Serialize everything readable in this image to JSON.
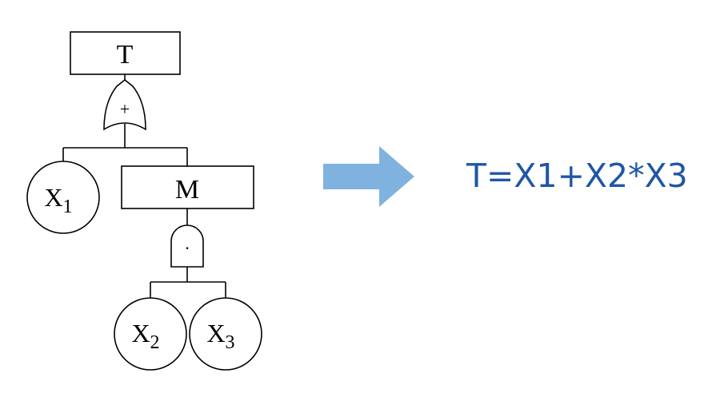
{
  "tree": {
    "top_event": {
      "label": "T"
    },
    "or_gate": {
      "symbol": "+"
    },
    "basic_x1": {
      "base": "X",
      "sub": "1"
    },
    "intermediate": {
      "label": "M"
    },
    "and_gate": {
      "symbol": "·"
    },
    "basic_x2": {
      "base": "X",
      "sub": "2"
    },
    "basic_x3": {
      "base": "X",
      "sub": "3"
    }
  },
  "formula": {
    "text": "T=X1+X2*X3",
    "color": "#1f56a6"
  },
  "arrow": {
    "icon": "right-arrow-icon",
    "color": "#7fb2df"
  }
}
